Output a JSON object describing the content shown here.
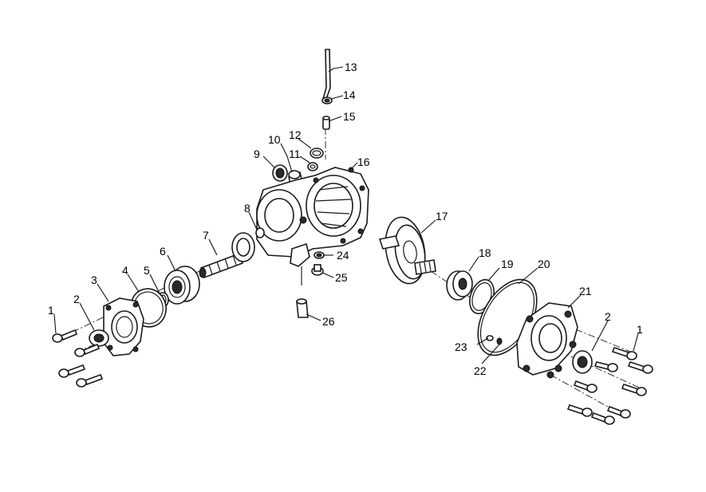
{
  "diagram": {
    "callouts": [
      "1",
      "2",
      "3",
      "4",
      "5",
      "6",
      "7",
      "8",
      "9",
      "10",
      "11",
      "12",
      "13",
      "14",
      "15",
      "16",
      "17",
      "18",
      "19",
      "20",
      "21",
      "22",
      "23",
      "24",
      "25",
      "26"
    ],
    "callouts_right": [
      "1",
      "2"
    ]
  }
}
